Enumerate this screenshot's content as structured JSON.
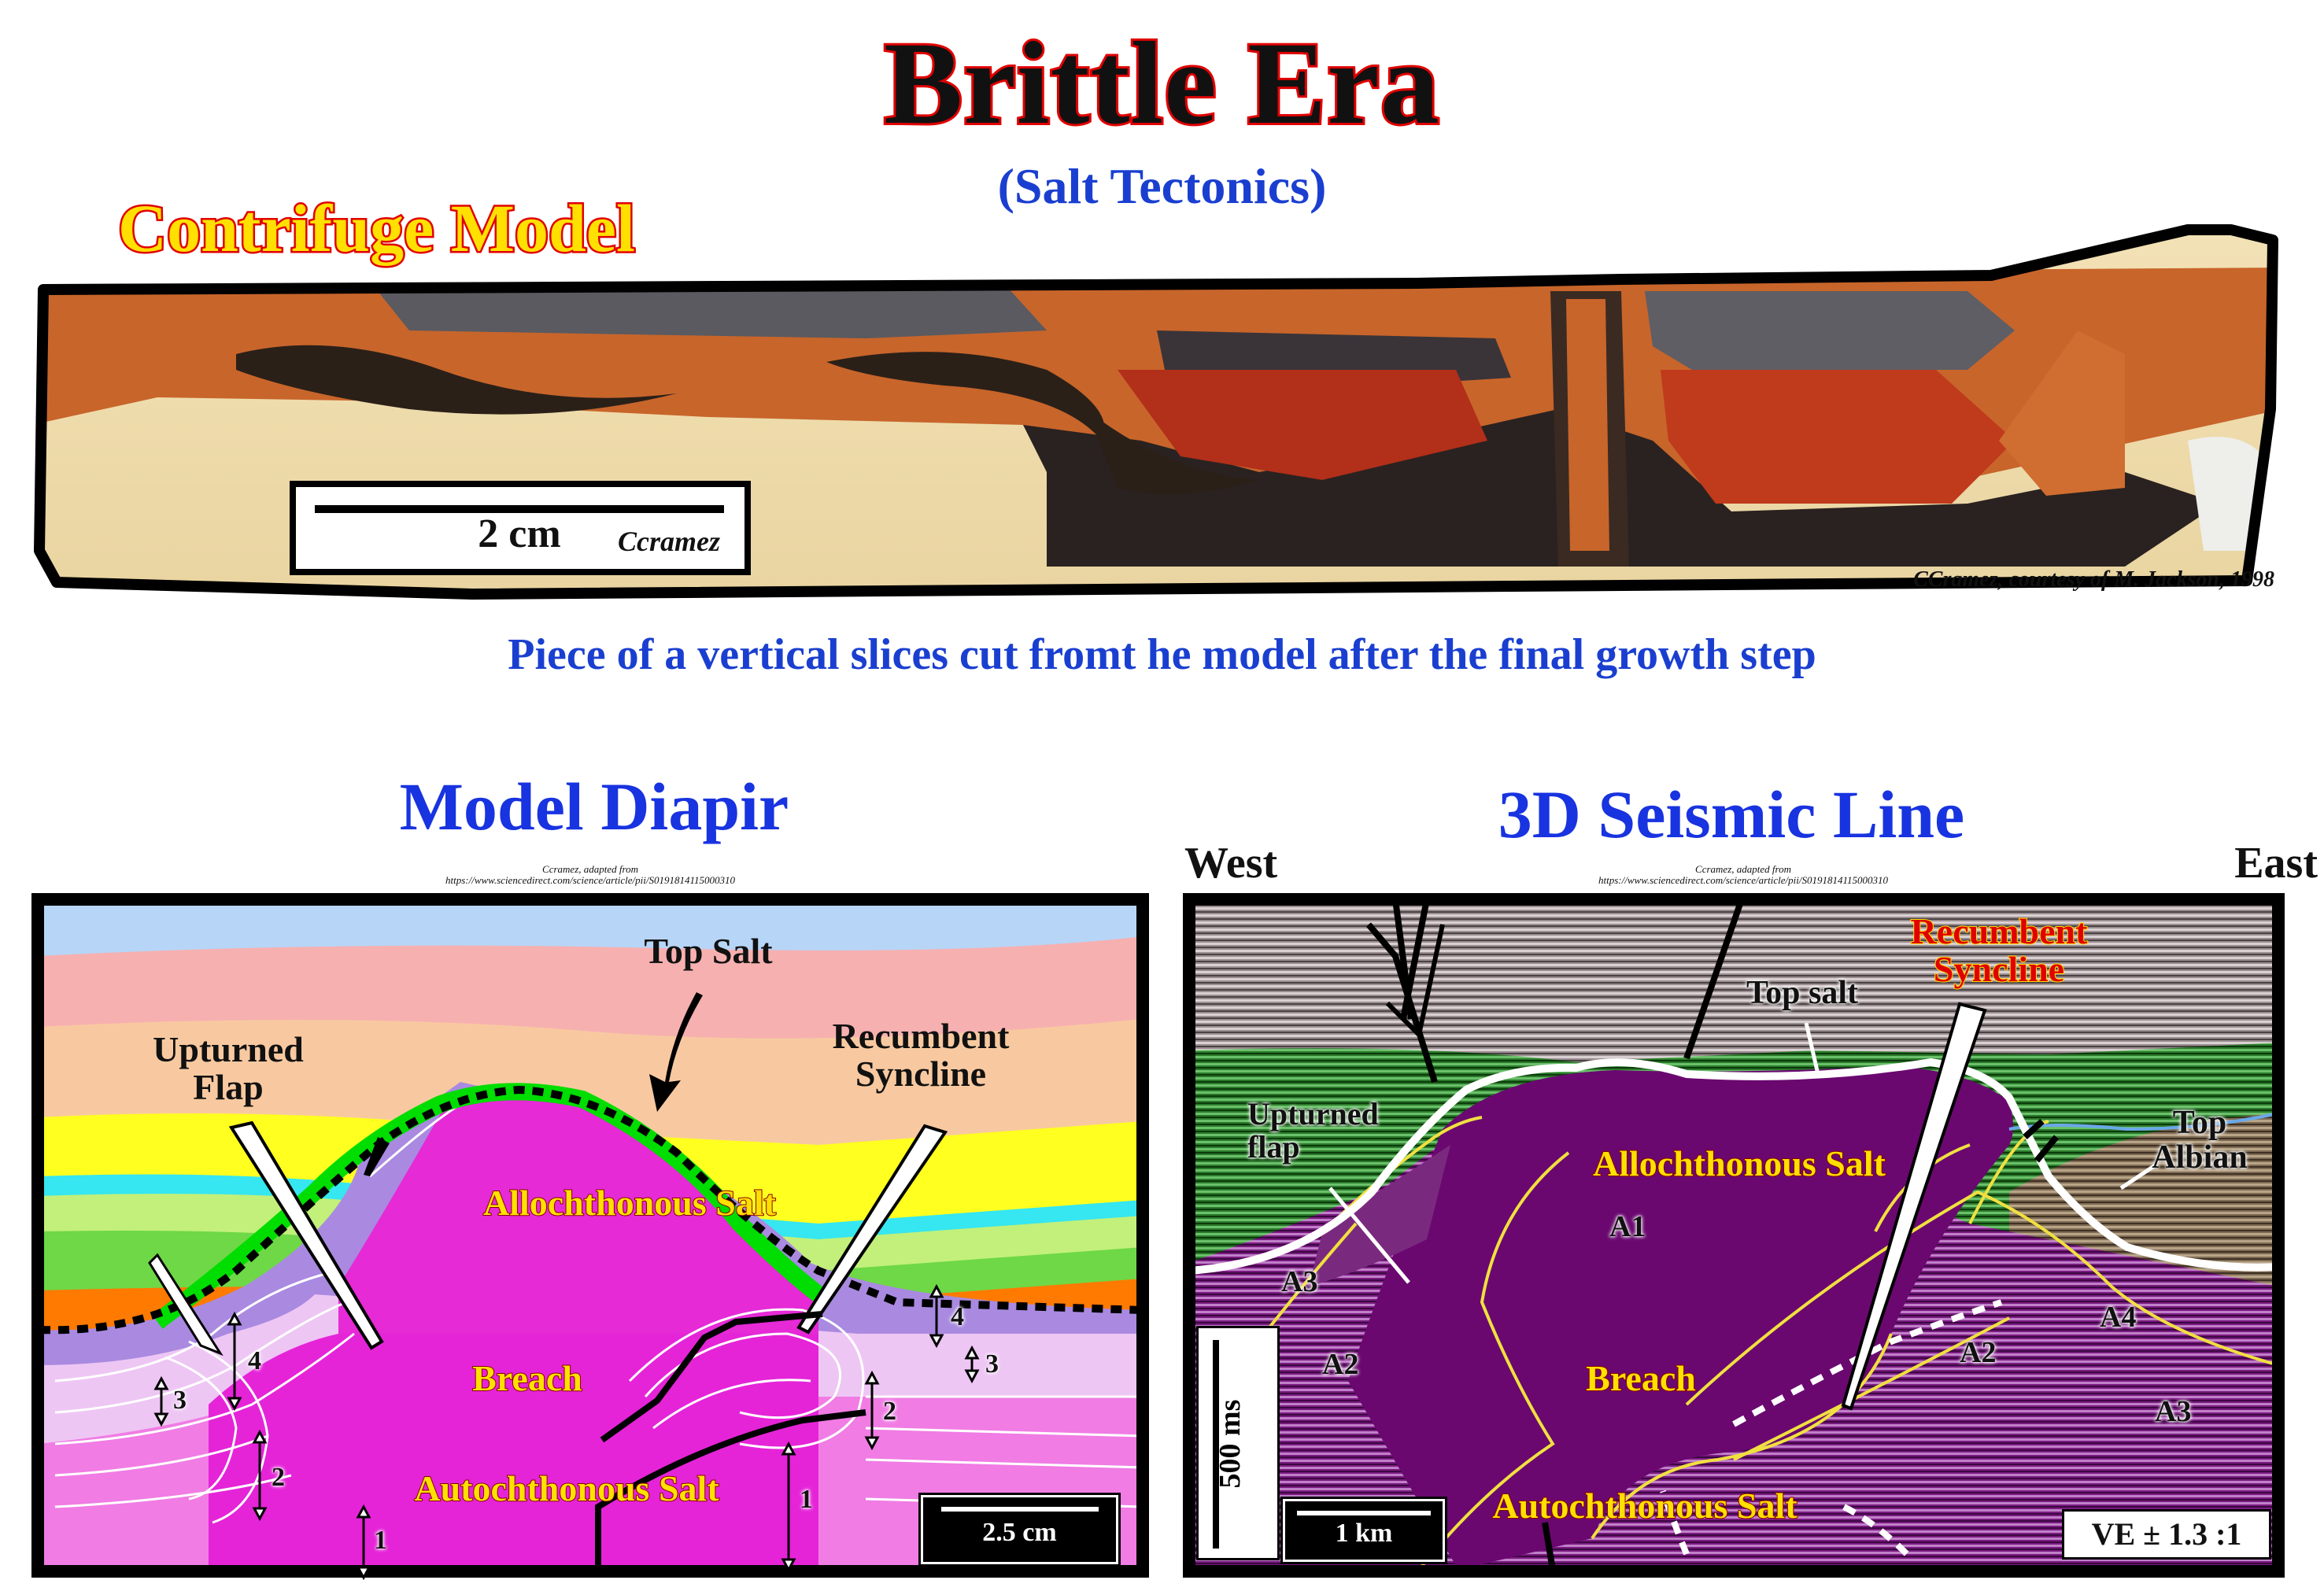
{
  "header": {
    "title": "Brittle Era",
    "subtitle": "(Salt Tectonics)"
  },
  "contrifuge": {
    "label": "Contrifuge Model",
    "scale_bar": "2 cm",
    "scale_author": "Ccramez",
    "credit": "CCramez, courtesy of M. Jackson, 1998",
    "caption": "Piece of a vertical slices cut fromt he model after the final growth step"
  },
  "model_diapir": {
    "title": "Model Diapir",
    "credit_line1": "Ccramez, adapted from",
    "credit_line2": "https://www.sciencedirect.com/science/article/pii/S0191814115000310",
    "labels": {
      "top_salt": "Top Salt",
      "upturned_flap": "Upturned Flap",
      "recumbent_syncline": "Recumbent Syncline",
      "allochthonous_salt": "Allochthonous Salt",
      "breach": "Breach",
      "autochthonous_salt": "Autochthonous Salt"
    },
    "markers": [
      "1",
      "2",
      "3",
      "4",
      "4",
      "3",
      "2",
      "1"
    ],
    "scale_bar": "2.5 cm"
  },
  "seismic": {
    "title": "3D Seismic Line",
    "west": "West",
    "east": "East",
    "credit_line1": "Ccramez, adapted from",
    "credit_line2": "https://www.sciencedirect.com/science/article/pii/S0191814115000310",
    "labels": {
      "recumbent_syncline": "Recumbent Syncline",
      "top_salt": "Top salt",
      "upturned_flap": "Upturned flap",
      "allochthonous_salt": "Allochthonous Salt",
      "top_albian": "Top Albian",
      "breach": "Breach",
      "autochthonous_salt": "Autochthonous Salt"
    },
    "units": [
      "A1",
      "A2",
      "A2",
      "A3",
      "A3",
      "A4"
    ],
    "vertical_scale": "500 ms",
    "horizontal_scale": "1 km",
    "ve": "VE ± 1.3 :1"
  }
}
